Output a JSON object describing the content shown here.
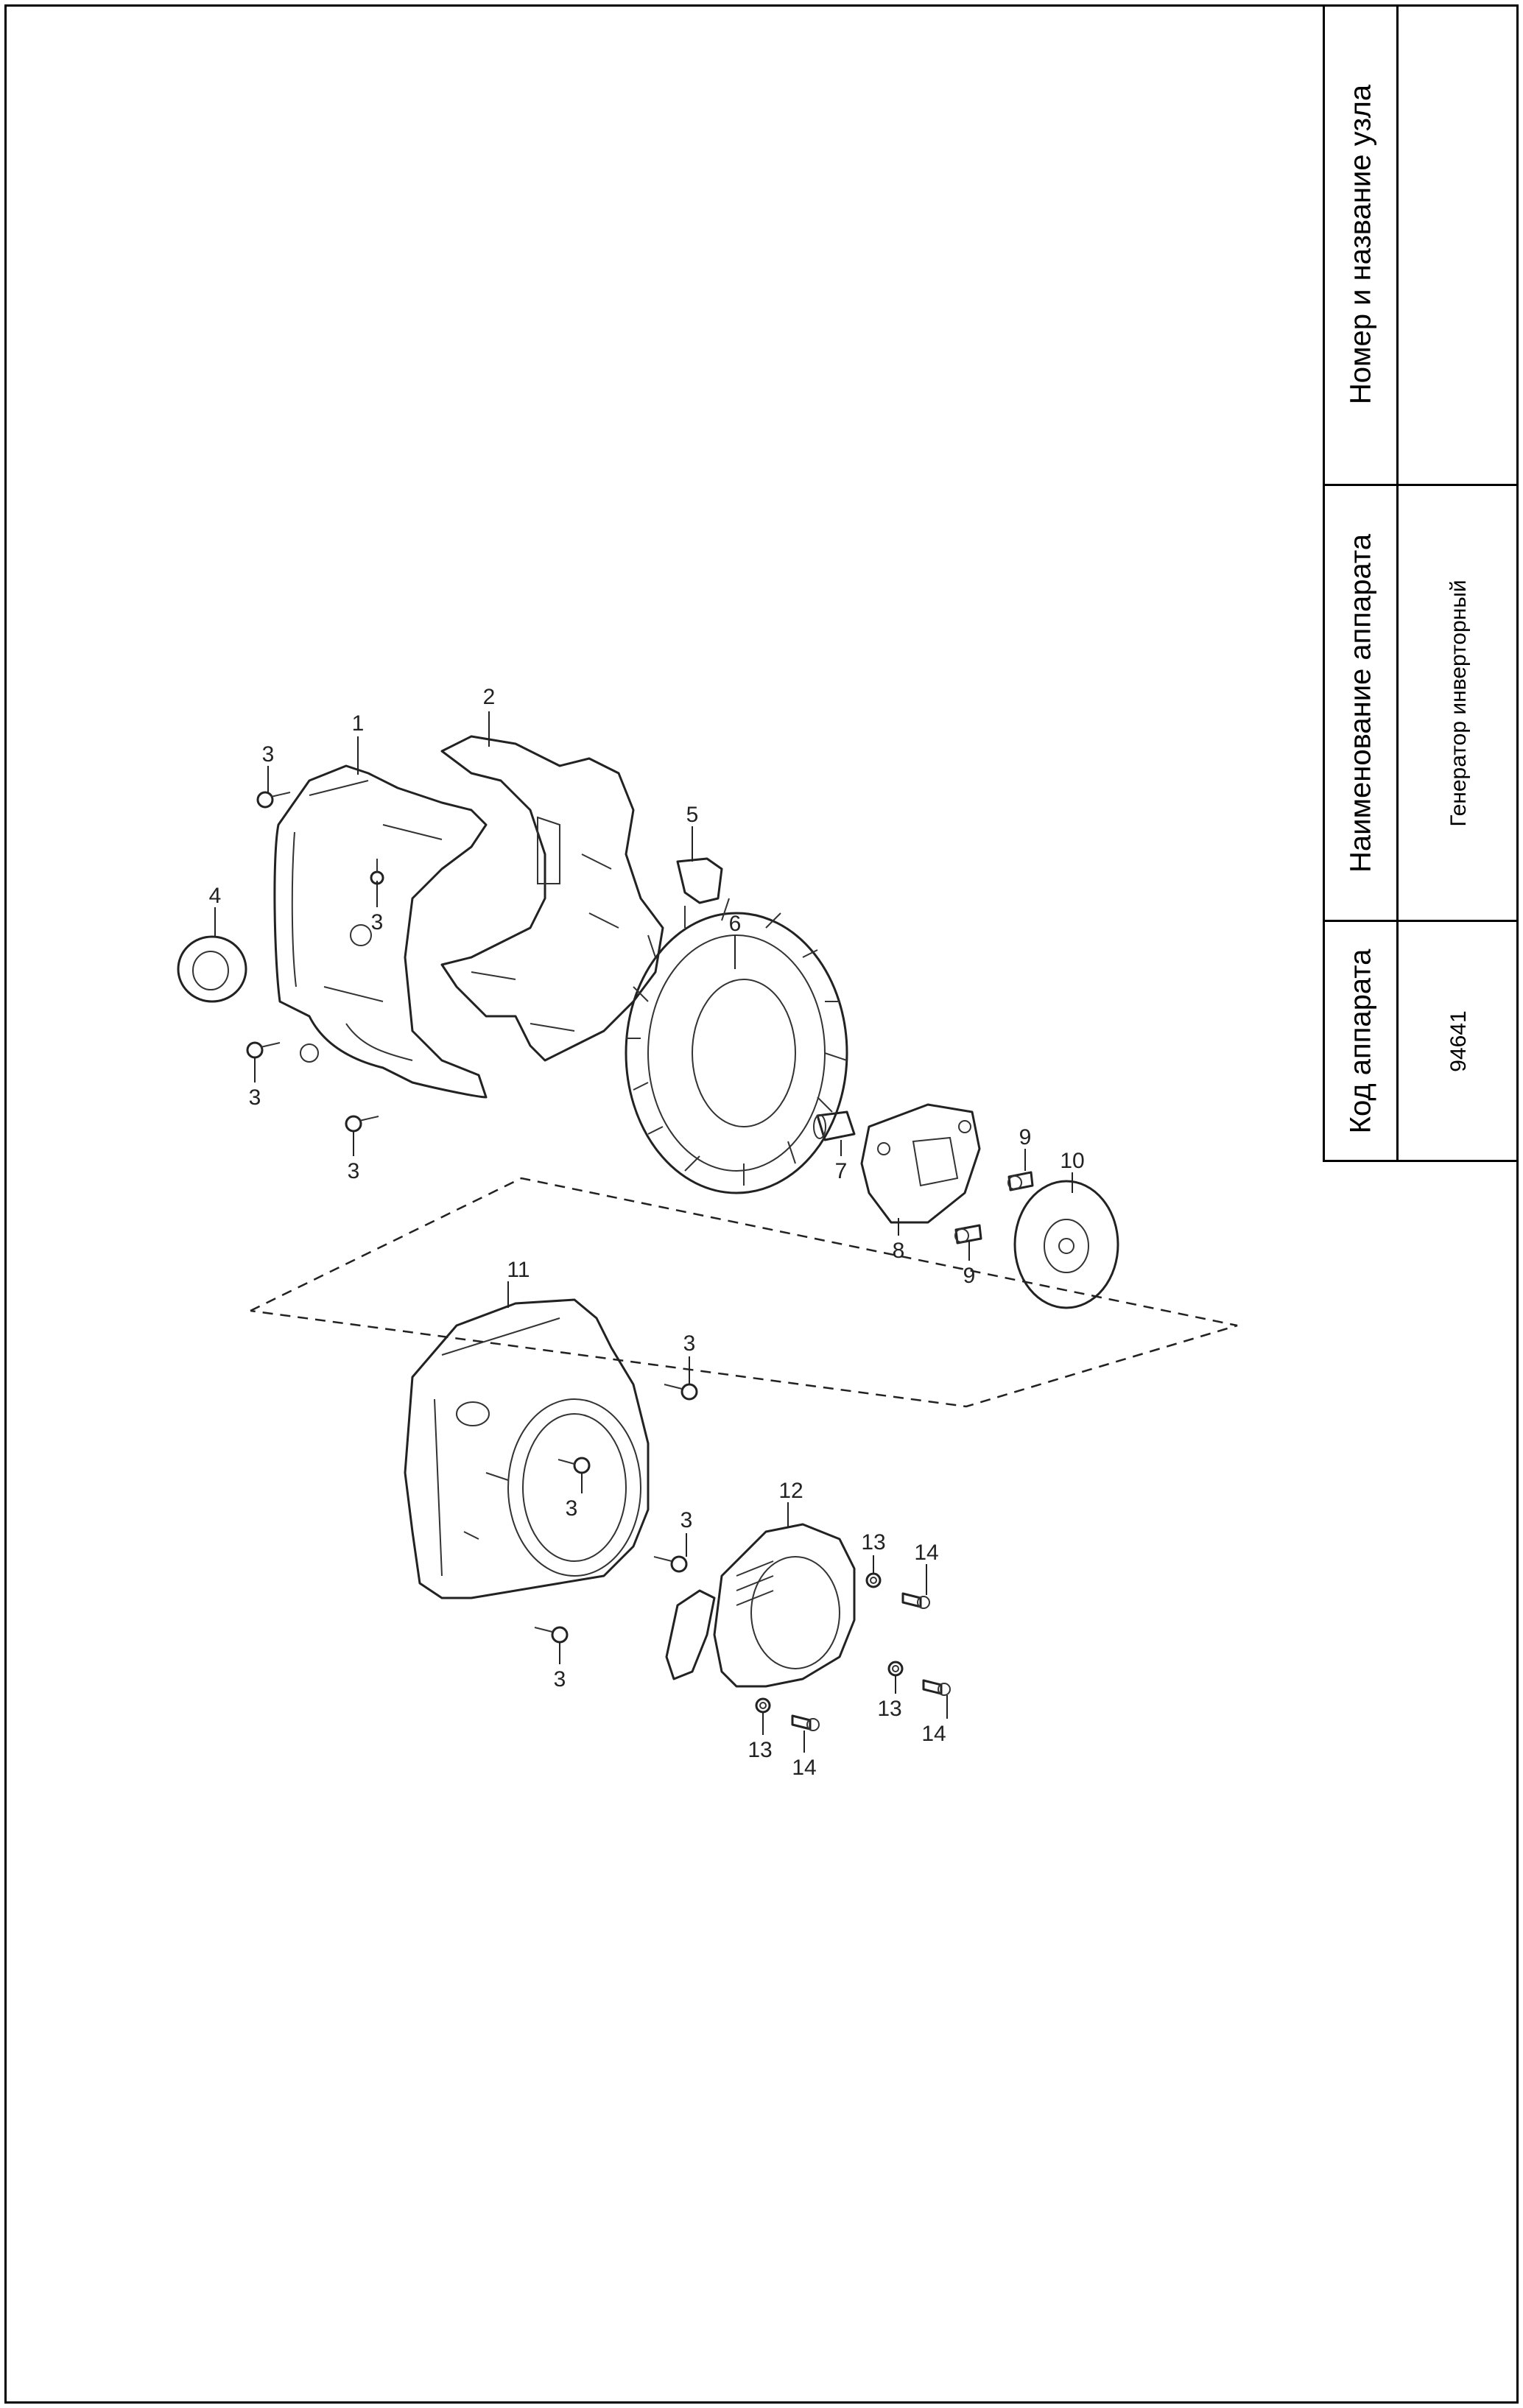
{
  "title_block": {
    "headers": {
      "code": "Код аппарата",
      "name": "Наименование аппарата",
      "node": "Номер и название узла"
    },
    "values": {
      "code": "94641",
      "name": "Генератор инверторный",
      "node": ""
    }
  },
  "callouts": {
    "p1": "1",
    "p2": "2",
    "p3a": "3",
    "p3b": "3",
    "p3c": "3",
    "p3d": "3",
    "p3e": "3",
    "p3f": "3",
    "p3g": "3",
    "p3h": "3",
    "p4": "4",
    "p5": "5",
    "p6": "6",
    "p7": "7",
    "p8": "8",
    "p9a": "9",
    "p9b": "9",
    "p10": "10",
    "p11": "11",
    "p12": "12",
    "p13a": "13",
    "p13b": "13",
    "p13c": "13",
    "p14a": "14",
    "p14b": "14",
    "p14c": "14"
  }
}
